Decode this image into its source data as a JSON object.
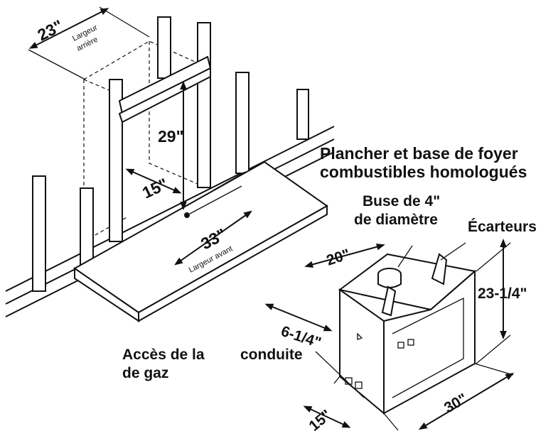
{
  "labels": {
    "rear_width_dim": "23\"",
    "rear_width_text_1": "Largeur",
    "rear_width_text_2": "arrière",
    "height_dim": "29\"",
    "depth_dim": "15\"",
    "front_width_dim": "33\"",
    "front_width_text": "Largeur avant",
    "floor_line_1": "Plancher et base de foyer",
    "floor_line_2": "combustibles homologués",
    "flue_line_1": "Buse de 4\"",
    "flue_line_2": "de diamètre",
    "spacers": "Écarteurs",
    "box_depth_dim": "20\"",
    "box_height_dim": "23-1/4\"",
    "box_offset_dim": "6-1/4\"",
    "gas_line_1": "Accès de la",
    "gas_line_1b": "conduite",
    "gas_line_2": "de gaz",
    "box_side_dim": "15\"",
    "box_front_dim": "30\""
  },
  "colors": {
    "ink": "#111111",
    "background": "#ffffff"
  }
}
